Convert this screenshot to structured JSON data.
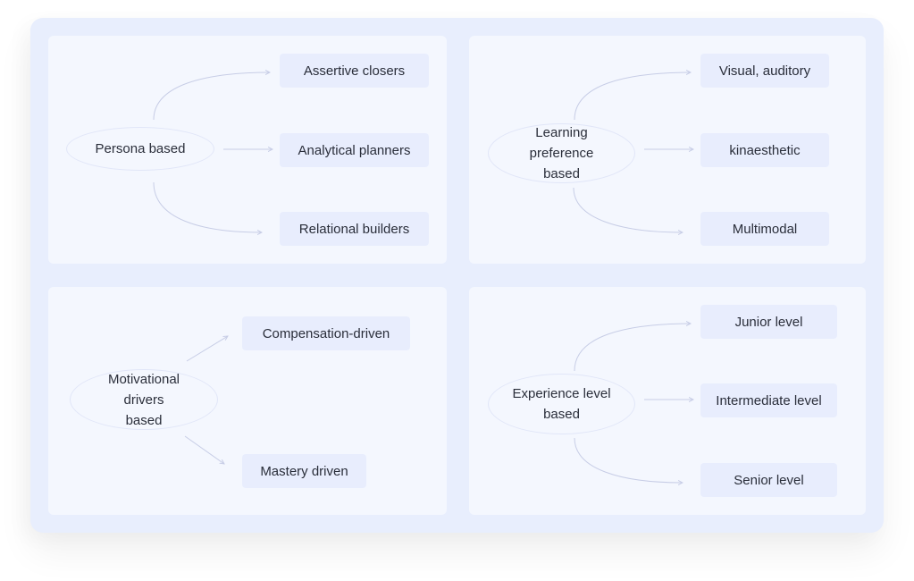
{
  "colors": {
    "outer_background": "#e8eefd",
    "panel_background": "#f4f7fe",
    "leaf_background": "#e8edfd",
    "connector": "#c7cde6",
    "text": "#2a2e3a"
  },
  "quadrants": [
    {
      "root": "Persona based",
      "children": [
        "Assertive closers",
        "Analytical planners",
        "Relational builders"
      ]
    },
    {
      "root": "Learning preference based",
      "children": [
        "Visual, auditory",
        "kinaesthetic",
        "Multimodal"
      ]
    },
    {
      "root": "Motivational drivers based",
      "children": [
        "Compensation-driven",
        "Mastery driven"
      ]
    },
    {
      "root": "Experience level based",
      "children": [
        "Junior level",
        "Intermediate level",
        "Senior level"
      ]
    }
  ]
}
